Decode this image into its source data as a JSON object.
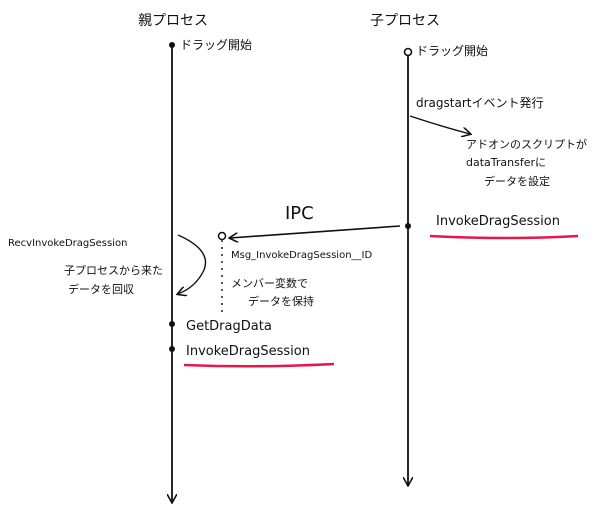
{
  "colors": {
    "ink": "#111111",
    "underline": "#e8174a"
  },
  "parent": {
    "title": "親プロセス",
    "start": "ドラッグ開始",
    "recv_label": "RecvInvokeDragSession",
    "recv_note_1": "子プロセスから来た",
    "recv_note_2": "データを回収",
    "get_drag_data": "GetDragData",
    "invoke": "InvokeDragSession"
  },
  "child": {
    "title": "子プロセス",
    "start": "ドラッグ開始",
    "dragstart": "dragstartイベント発行",
    "addon_1": "アドオンのスクリプトが",
    "addon_2": "dataTransferに",
    "addon_3": "データを設定",
    "invoke": "InvokeDragSession"
  },
  "ipc": {
    "label": "IPC",
    "message": "Msg_InvokeDragSession__ID",
    "member_1": "メンバー変数で",
    "member_2": "データを保持"
  }
}
